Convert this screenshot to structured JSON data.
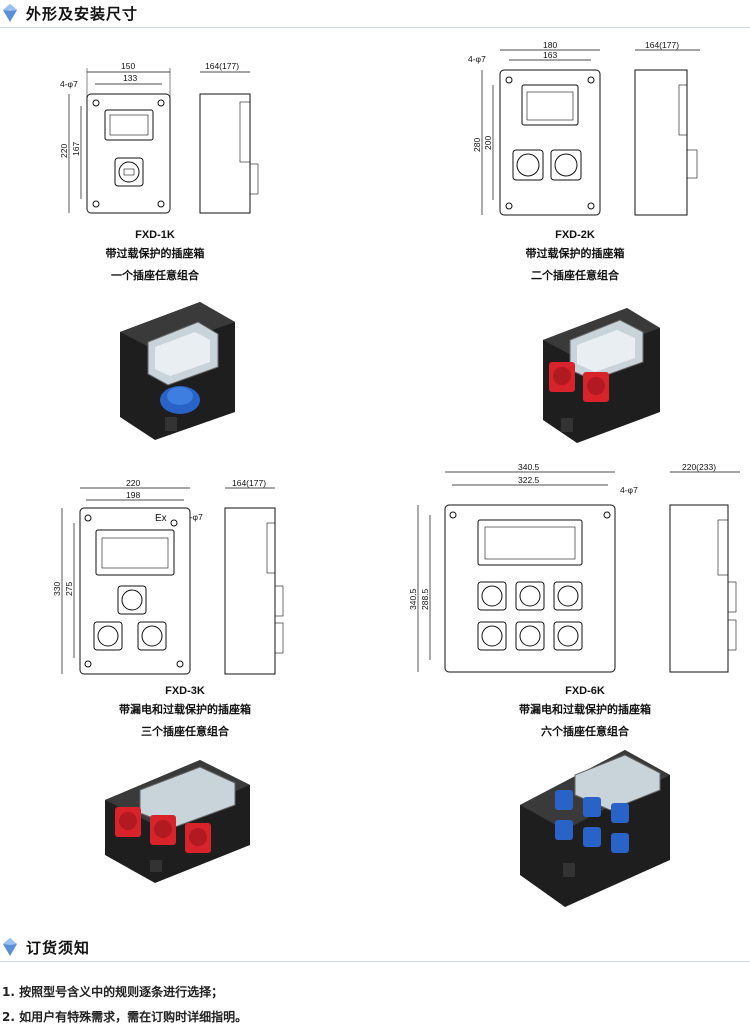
{
  "sections": {
    "dimensions_title": "外形及安装尺寸",
    "ordering_title": "订货须知"
  },
  "products": [
    {
      "model": "FXD-1K",
      "line1": "带过载保护的插座箱",
      "line2": "一个插座任意组合",
      "dims": {
        "width_outer": "150",
        "width_inner": "133",
        "height_outer": "220",
        "height_inner": "167",
        "depth": "164(177)",
        "holes": "4-φ7"
      }
    },
    {
      "model": "FXD-2K",
      "line1": "带过载保护的插座箱",
      "line2": "二个插座任意组合",
      "dims": {
        "width_outer": "180",
        "width_inner": "163",
        "height_outer": "280",
        "height_inner": "200",
        "depth": "164(177)",
        "holes": "4-φ7"
      }
    },
    {
      "model": "FXD-3K",
      "line1": "带漏电和过载保护的插座箱",
      "line2": "三个插座任意组合",
      "dims": {
        "width_outer": "220",
        "width_inner": "198",
        "height_outer": "330",
        "height_inner": "275",
        "depth": "164(177)",
        "holes": "4-φ7",
        "mark": "Ex"
      }
    },
    {
      "model": "FXD-6K",
      "line1": "带漏电和过载保护的插座箱",
      "line2": "六个插座任意组合",
      "dims": {
        "width_outer": "340.5",
        "width_inner": "322.5",
        "height_outer": "340.5",
        "height_inner": "288.5",
        "depth": "220(233)",
        "holes": "4-φ7"
      }
    }
  ],
  "notes": [
    "1. 按照型号含义中的规则逐条进行选择；",
    "2. 如用户有特殊需求，需在订购时详细指明。"
  ],
  "colors": {
    "accent": "#4a7fc0",
    "rule": "#cfd6dc",
    "socket_blue": "#2a63c8",
    "socket_red": "#d8232a",
    "box": "#1e1e1e"
  }
}
